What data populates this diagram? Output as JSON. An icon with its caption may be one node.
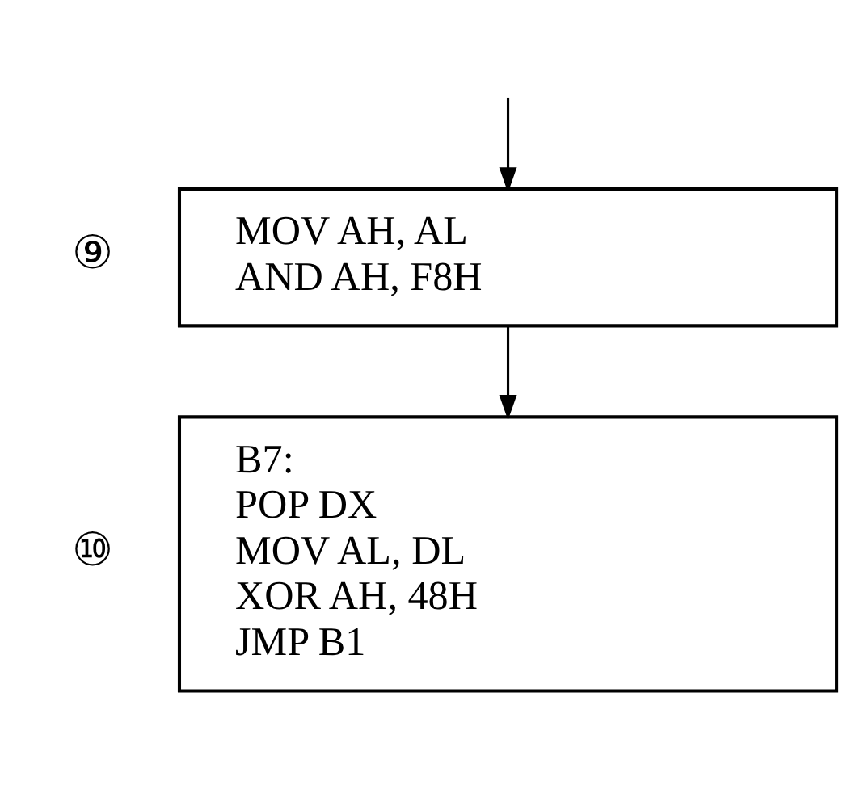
{
  "diagram": {
    "nodes": [
      {
        "text": [
          "MOV AH, AL",
          "AND AH, F8H"
        ],
        "beside": [
          "⑨"
        ]
      },
      {
        "text": [
          "B7:",
          "POP DX",
          "MOV AL, DL",
          "XOR AH, 48H",
          "JMP B1"
        ],
        "beside": [
          "⑩"
        ]
      }
    ],
    "edges": [
      {
        "from": null,
        "to": 0,
        "arrow": "to"
      },
      {
        "from": 0,
        "to": 1,
        "arrow": "to"
      }
    ]
  }
}
